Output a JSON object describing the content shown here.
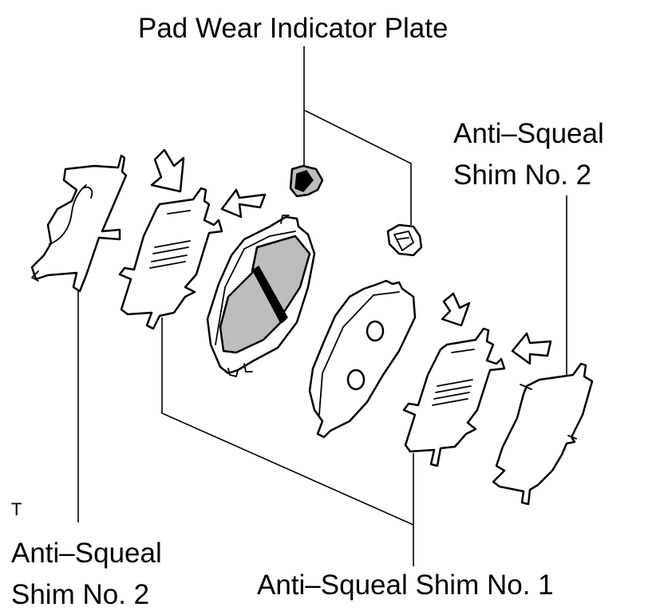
{
  "labels": {
    "pad_wear_indicator_plate": "Pad Wear Indicator Plate",
    "shim2_top_line1": "Anti–Squeal",
    "shim2_top_line2": "Shim No. 2",
    "shim2_bottom_line1": "Anti–Squeal",
    "shim2_bottom_line2": "Shim No. 2",
    "shim1": "Anti–Squeal Shim No. 1",
    "corner_mark": "T"
  }
}
